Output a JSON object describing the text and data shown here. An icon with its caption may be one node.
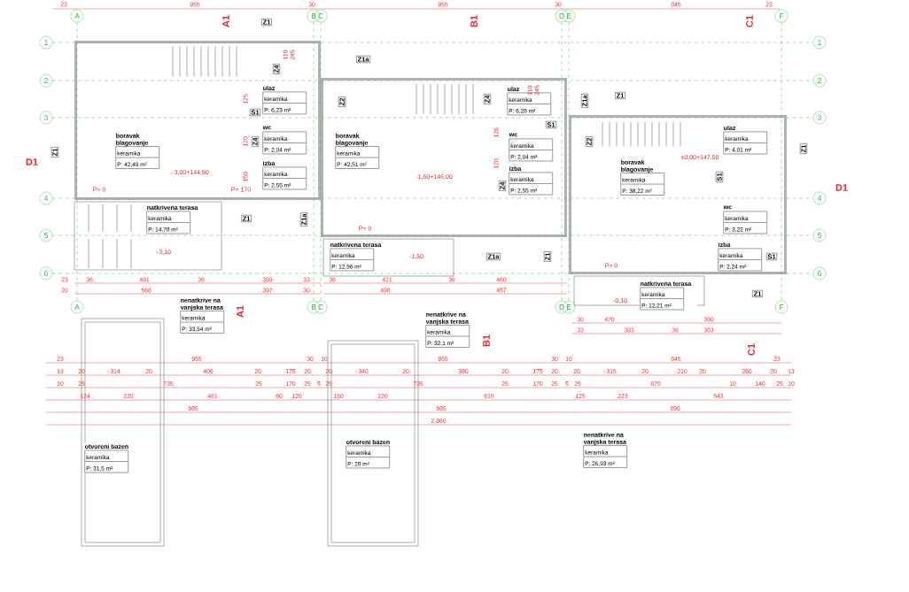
{
  "diagram": {
    "nodes": [
      {
        "text": [
          "boravak blagovanje",
          "keramika",
          "P: 42,49 m²"
        ]
      },
      {
        "text": [
          "ulaz",
          "keramika",
          "P: 6,23 m²"
        ]
      },
      {
        "text": [
          "wc",
          "keramika",
          "P: 2,04 m²"
        ]
      },
      {
        "text": [
          "izba",
          "keramika",
          "P: 2,55 m²"
        ]
      },
      {
        "text": [
          "natkrivena terasa",
          "keramika",
          "P: 14,78 m²"
        ]
      },
      {
        "text": [
          "boravak blagovanje",
          "keramika",
          "P: 42,51 m²"
        ]
      },
      {
        "text": [
          "ulaz",
          "keramika",
          "P: 6,28 m²"
        ]
      },
      {
        "text": [
          "wc",
          "keramika",
          "P: 2,04 m²"
        ]
      },
      {
        "text": [
          "izba",
          "keramika",
          "P: 2,55 m²"
        ]
      },
      {
        "text": [
          "natkrivena terasa",
          "keramika",
          "P: 12,96 m²"
        ]
      },
      {
        "text": [
          "boravak blagovanje",
          "keramika",
          "P: 38,22 m²"
        ]
      },
      {
        "text": [
          "ulaz",
          "keramika",
          "P: 4,01 m²"
        ]
      },
      {
        "text": [
          "wc",
          "keramika",
          "P: 3,22 m²"
        ]
      },
      {
        "text": [
          "izba",
          "keramika",
          "P: 2,24 m²"
        ]
      },
      {
        "text": [
          "natkrivena terasa",
          "keramika",
          "P: 12,21 m²"
        ]
      },
      {
        "text": [
          "nenatkrive na vanjska terasa",
          "keramika",
          "P: 33,54 m²"
        ]
      },
      {
        "text": [
          "nenatkrive na vanjska terasa",
          "keramika",
          "P: 32,1 m²"
        ]
      },
      {
        "text": [
          "nenatkrive na vanjska terasa",
          "keramika",
          "P: 26,93 m²"
        ]
      },
      {
        "text": [
          "otvoreni bazen",
          "keramika",
          "P: 31,5 m²"
        ]
      },
      {
        "text": [
          "otvoreni bazen",
          "keramika",
          "P: 28 m²"
        ]
      },
      {
        "text": [
          "Z1"
        ]
      },
      {
        "text": [
          "Z1"
        ]
      },
      {
        "text": [
          "Z4"
        ]
      },
      {
        "text": [
          "S1"
        ]
      },
      {
        "text": [
          "Z4"
        ]
      },
      {
        "text": [
          "Z1"
        ]
      },
      {
        "text": [
          "Z1a"
        ]
      },
      {
        "text": [
          "Z1a"
        ]
      },
      {
        "text": [
          "Z2"
        ]
      },
      {
        "text": [
          "Z4"
        ]
      },
      {
        "text": [
          "S1"
        ]
      },
      {
        "text": [
          "Z4"
        ]
      },
      {
        "text": [
          "Z1a"
        ]
      },
      {
        "text": [
          "Z1"
        ]
      },
      {
        "text": [
          "Z1a"
        ]
      },
      {
        "text": [
          "Z1"
        ]
      },
      {
        "text": [
          "Z2"
        ]
      },
      {
        "text": [
          "Z1"
        ]
      },
      {
        "text": [
          "S1"
        ]
      },
      {
        "text": [
          "S1"
        ]
      },
      {
        "text": [
          "Z1"
        ]
      },
      {
        "text": [
          "A"
        ]
      },
      {
        "text": [
          "B"
        ]
      },
      {
        "text": [
          "C"
        ]
      },
      {
        "text": [
          "D"
        ]
      },
      {
        "text": [
          "E"
        ]
      },
      {
        "text": [
          "F"
        ]
      },
      {
        "text": [
          "A"
        ]
      },
      {
        "text": [
          "B"
        ]
      },
      {
        "text": [
          "C"
        ]
      },
      {
        "text": [
          "D"
        ]
      },
      {
        "text": [
          "E"
        ]
      },
      {
        "text": [
          "F"
        ]
      },
      {
        "text": [
          "1"
        ]
      },
      {
        "text": [
          "2"
        ]
      },
      {
        "text": [
          "3"
        ]
      },
      {
        "text": [
          "4"
        ]
      },
      {
        "text": [
          "5"
        ]
      },
      {
        "text": [
          "6"
        ]
      },
      {
        "text": [
          "1"
        ]
      },
      {
        "text": [
          "2"
        ]
      },
      {
        "text": [
          "3"
        ]
      },
      {
        "text": [
          "4"
        ]
      },
      {
        "text": [
          "5"
        ]
      },
      {
        "text": [
          "6"
        ]
      }
    ],
    "edges": [
      {
        "from": 41,
        "to": 47,
        "arrow": "none",
        "style": "dashed"
      },
      {
        "from": 42,
        "to": 48,
        "arrow": "none",
        "style": "dashed"
      },
      {
        "from": 43,
        "to": 49,
        "arrow": "none",
        "style": "dashed"
      },
      {
        "from": 44,
        "to": 50,
        "arrow": "none",
        "style": "dashed"
      },
      {
        "from": 45,
        "to": 51,
        "arrow": "none",
        "style": "dashed"
      },
      {
        "from": 46,
        "to": 52,
        "arrow": "none",
        "style": "dashed"
      },
      {
        "from": 53,
        "to": 59,
        "arrow": "none",
        "style": "dashed"
      },
      {
        "from": 54,
        "to": 60,
        "arrow": "none",
        "style": "dashed"
      },
      {
        "from": 55,
        "to": 61,
        "arrow": "none",
        "style": "dashed"
      },
      {
        "from": 56,
        "to": 62,
        "arrow": "none",
        "style": "dashed"
      },
      {
        "from": 57,
        "to": 63,
        "arrow": "none",
        "style": "dashed"
      },
      {
        "from": 58,
        "to": 64,
        "arrow": "none",
        "style": "dashed"
      }
    ],
    "labels": [
      "23",
      "955",
      "30",
      "955",
      "30",
      "845",
      "23",
      "A1",
      "B1",
      "C1",
      "D1",
      "-3,00+144,50",
      "P= 0",
      "P= 170",
      "110",
      "245",
      "125",
      "120",
      "150",
      "-3,10",
      "-1,50+146,00",
      "P= 0",
      "110",
      "245",
      "128",
      "120",
      "-1,50",
      "±0,00+147,50",
      "P= 0",
      "-0,10",
      "23",
      "36",
      "491",
      "36",
      "399",
      "33",
      "20",
      "568",
      "397",
      "30",
      "36",
      "421",
      "36",
      "460",
      "498",
      "457",
      "30",
      "470",
      "390",
      "33",
      "393",
      "36",
      "383",
      "A1",
      "B1",
      "C1",
      "D1",
      "23",
      "955",
      "30",
      "10",
      "955",
      "30",
      "10",
      "845",
      "23",
      "13",
      "20",
      "314",
      "20",
      "406",
      "20",
      "175",
      "20",
      "20",
      "340",
      "20",
      "380",
      "20",
      "175",
      "20",
      "20",
      "315",
      "20",
      "210",
      "20",
      "260",
      "20",
      "13",
      "10",
      "25",
      "735",
      "25",
      "170",
      "25",
      "5",
      "25",
      "735",
      "25",
      "170",
      "25",
      "5",
      "25",
      "670",
      "10",
      "140",
      "25",
      "10",
      "124",
      "220",
      "461",
      "60",
      "120",
      "150",
      "220",
      "615",
      "125",
      "223",
      "543",
      "985",
      "985",
      "890",
      "2.860"
    ]
  }
}
